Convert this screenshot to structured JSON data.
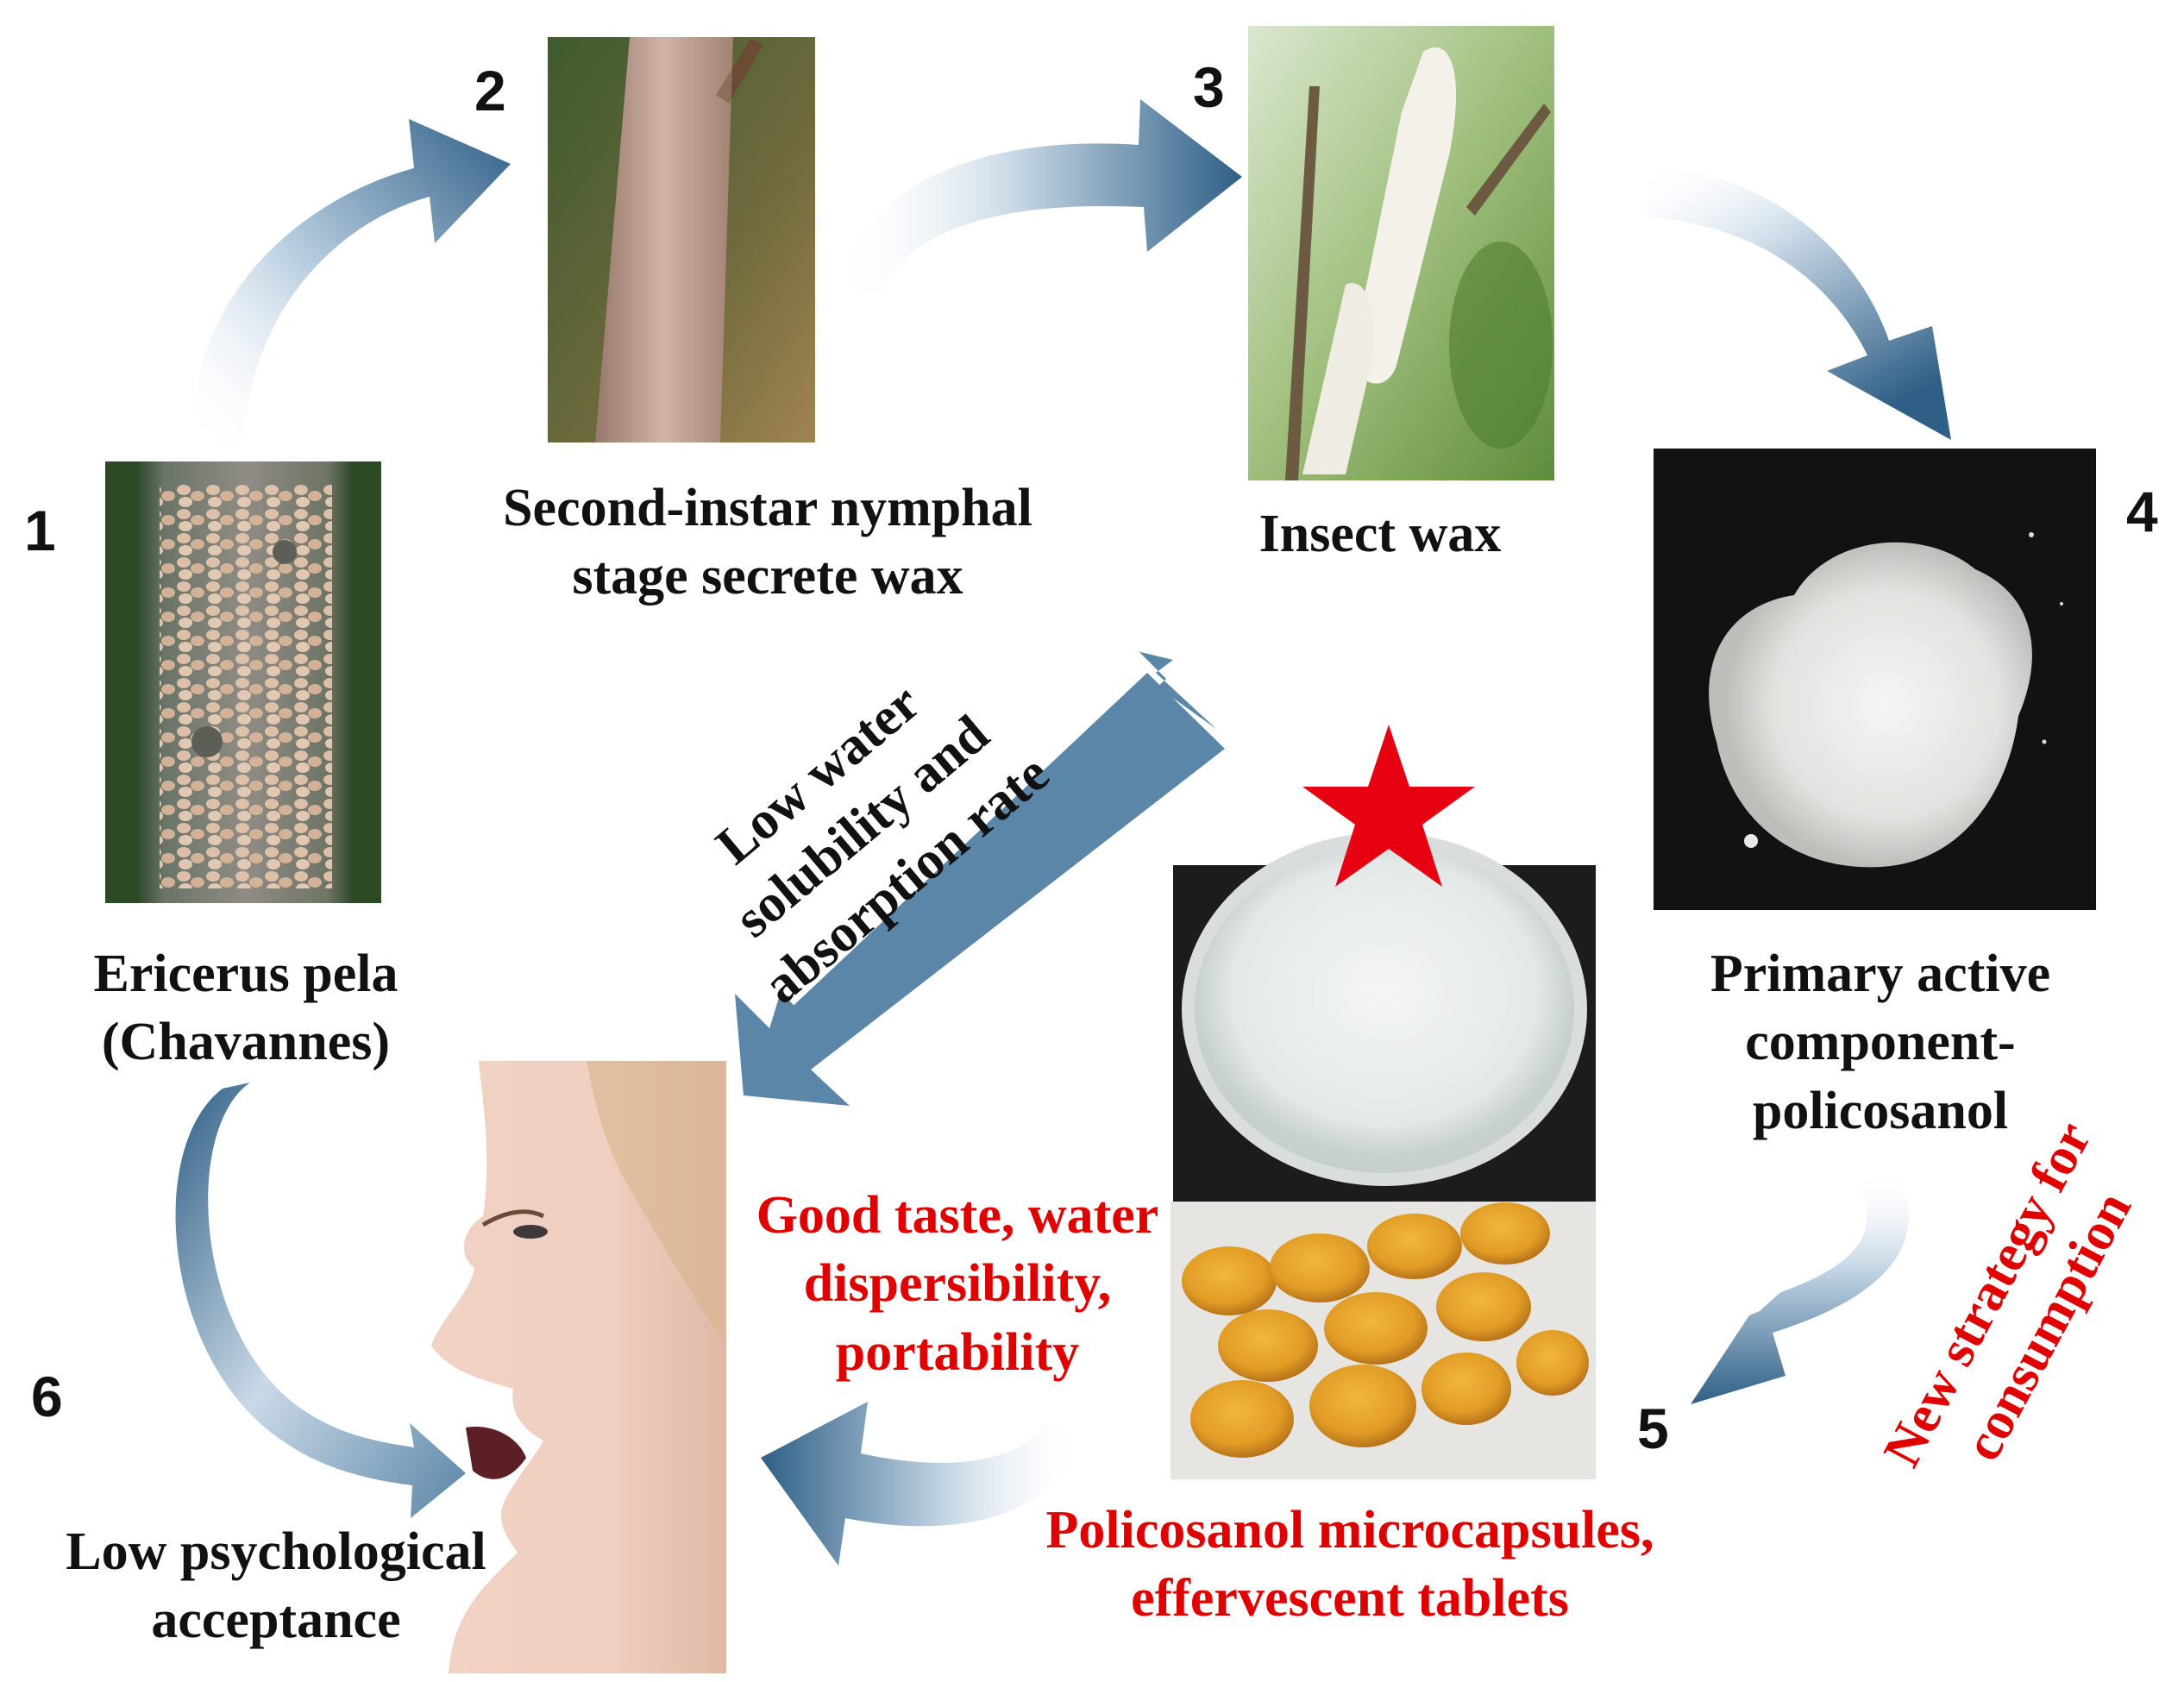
{
  "steps": {
    "s1": {
      "number": "1",
      "caption_lines": [
        "Ericerus pela",
        "(Chavannes)"
      ]
    },
    "s2": {
      "number": "2",
      "caption_lines": [
        "Second-instar nymphal",
        "stage secrete wax"
      ]
    },
    "s3": {
      "number": "3",
      "caption_lines": [
        "Insect wax"
      ]
    },
    "s4": {
      "number": "4",
      "caption_lines": [
        "Primary active",
        "component-",
        "policosanol"
      ]
    },
    "s5": {
      "number": "5",
      "caption_lines": [
        "Policosanol microcapsules,",
        "effervescent tablets"
      ]
    },
    "s6": {
      "number": "6",
      "caption_lines": [
        "Low psychological",
        "acceptance"
      ]
    }
  },
  "annotations": {
    "low_solubility_lines": [
      "Low water",
      "solubility and",
      "absorption rate"
    ],
    "good_taste_lines": [
      "Good taste, water",
      "dispersibility,",
      "portability"
    ],
    "new_strategy_lines": [
      "New strategy for",
      "consumption"
    ]
  },
  "colors": {
    "arrow_dark": "#2f5f86",
    "arrow_flat": "#5b86a8",
    "highlight_red": "#e00000",
    "star_red": "#e60012",
    "text_black": "#111111"
  },
  "icons": {
    "star": "star-icon"
  }
}
